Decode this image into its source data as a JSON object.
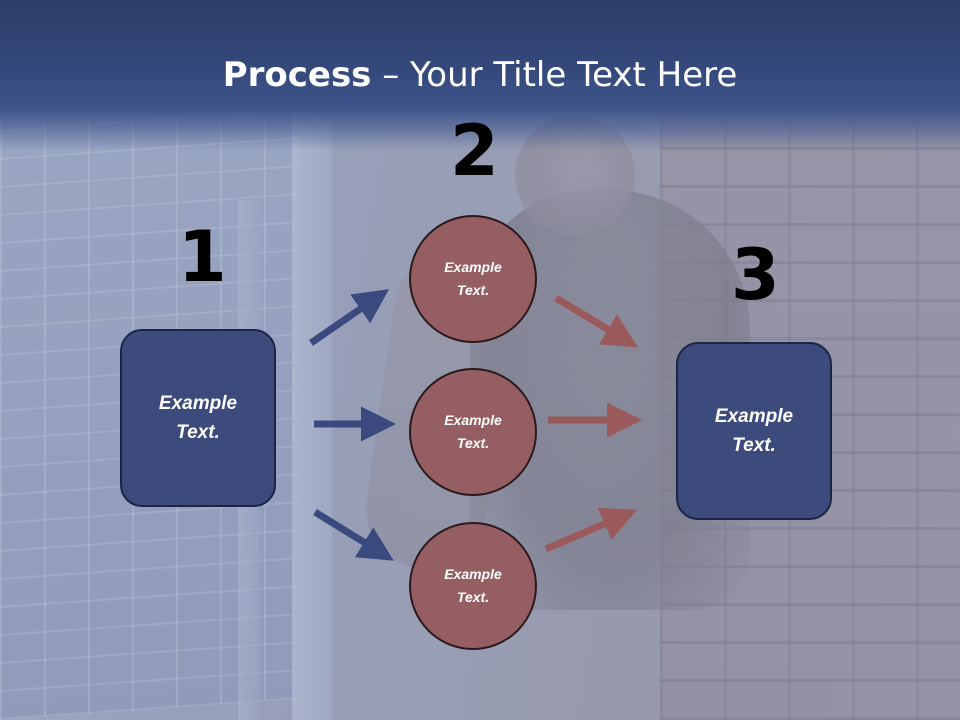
{
  "title": {
    "bold": "Process",
    "rest": " – Your Title Text Here"
  },
  "steps": [
    {
      "number": "1",
      "label": "Example\nText."
    },
    {
      "number": "2",
      "labels": [
        "Example\nText.",
        "Example\nText.",
        "Example\nText."
      ]
    },
    {
      "number": "3",
      "label": "Example\nText."
    }
  ],
  "colors": {
    "title_bar": "#34487a",
    "box_fill": "#3c4b7c",
    "circle_fill": "#955e62",
    "arrow_blue": "#3a4a7e",
    "arrow_red": "#9a5a5c"
  }
}
